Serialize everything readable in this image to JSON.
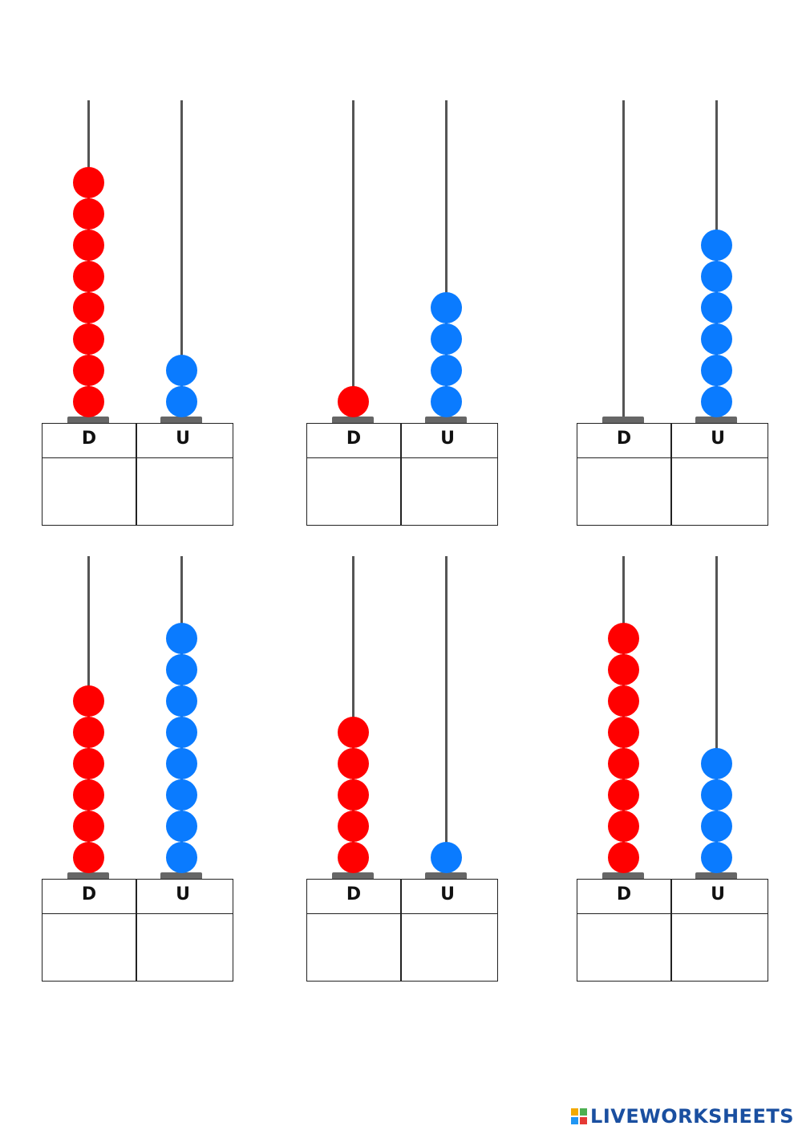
{
  "labels": {
    "tens": "D",
    "units": "U"
  },
  "colors": {
    "tens_bead": "#ff0000",
    "units_bead": "#0a7bff",
    "rod": "#555555",
    "base": "#666666"
  },
  "abaci": [
    {
      "tens": 8,
      "units": 2
    },
    {
      "tens": 1,
      "units": 4
    },
    {
      "tens": 0,
      "units": 6
    },
    {
      "tens": 6,
      "units": 8
    },
    {
      "tens": 5,
      "units": 1
    },
    {
      "tens": 8,
      "units": 4
    }
  ],
  "footer": {
    "brand": "LIVEWORKSHEETS",
    "logo_icon": "liveworksheets-logo-icon"
  }
}
